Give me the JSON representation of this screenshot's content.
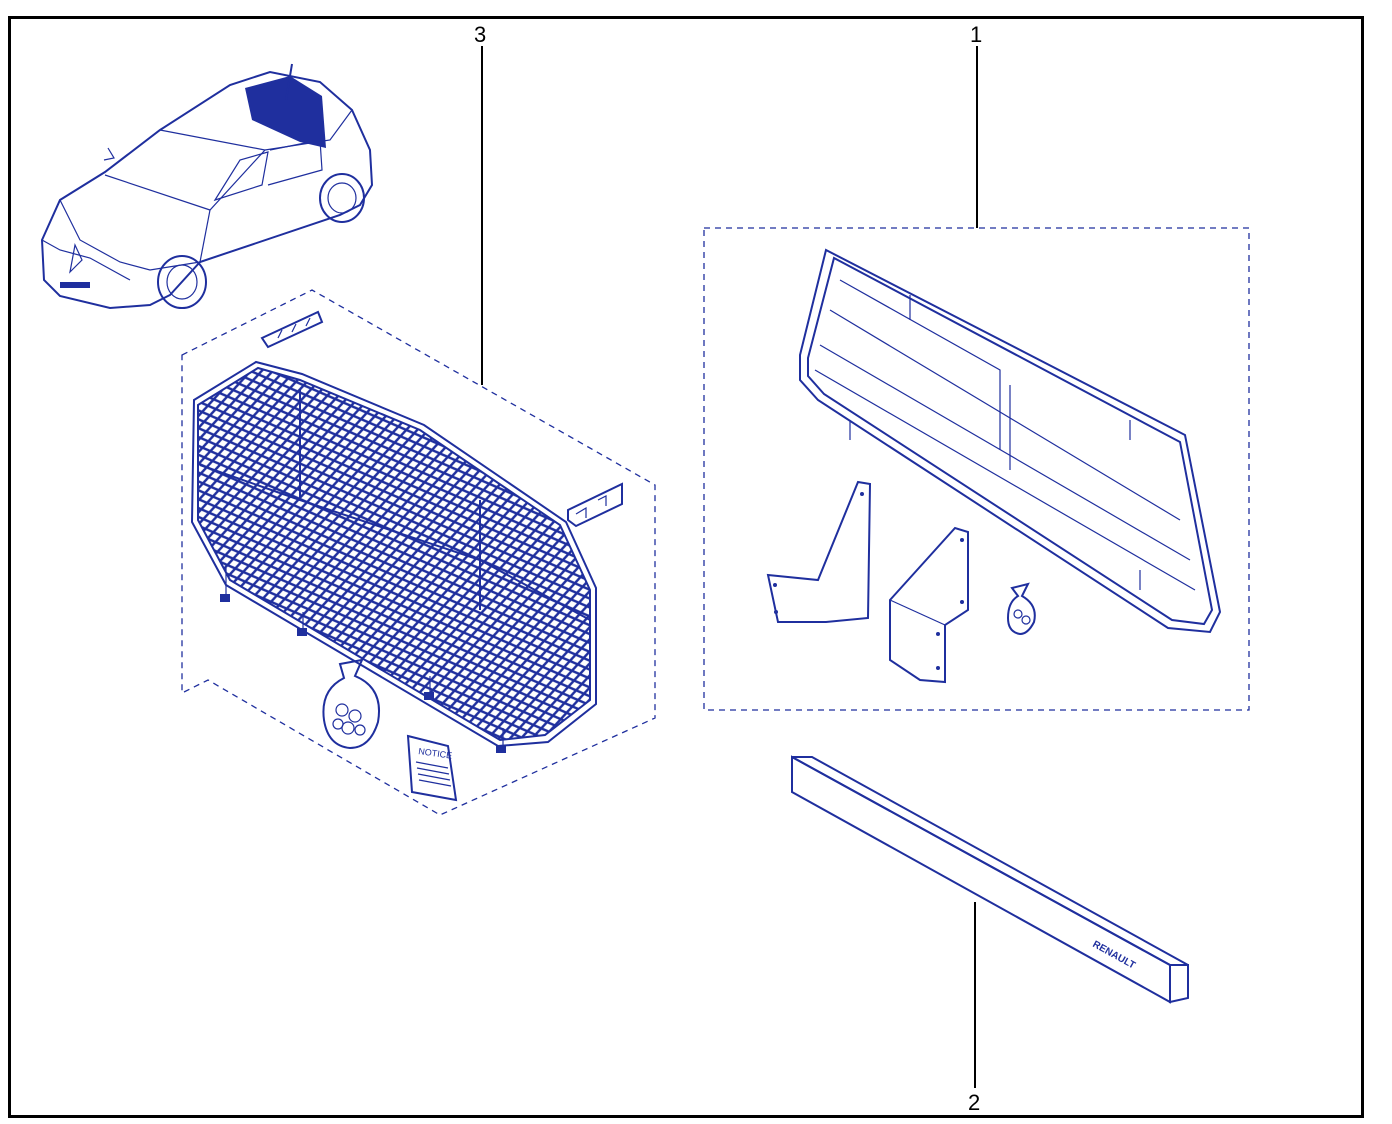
{
  "colors": {
    "line": "#1f2f9e",
    "fill_dark": "#1f2f9e",
    "frame": "#000000",
    "background": "#ffffff"
  },
  "callouts": {
    "part_1": "1",
    "part_2": "2",
    "part_3": "3"
  },
  "labels": {
    "notice": "NOTICE",
    "brand": "RENAULT"
  },
  "icons": [
    "car-icon",
    "mesh-net-icon",
    "grille-icon",
    "bracket-icon",
    "hardware-bag-icon",
    "notice-booklet-icon",
    "bar-icon",
    "logo-icon"
  ]
}
